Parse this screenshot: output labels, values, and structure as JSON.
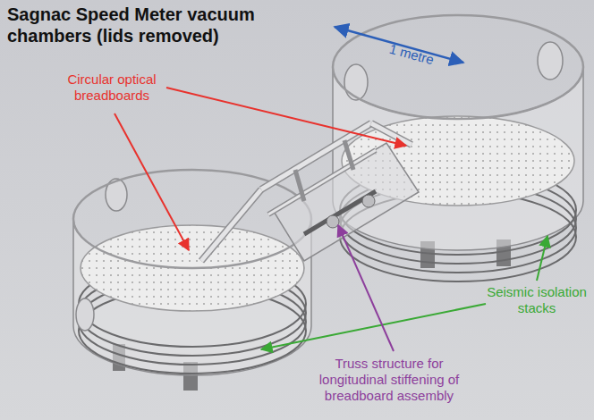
{
  "diagram": {
    "title": "Sagnac Speed Meter vacuum chambers (lids removed)",
    "labels": [
      "1 metre",
      "Circular optical breadboards",
      "Seismic isolation stacks",
      "Truss structure for longitudinal stiffening of breadboard assembly"
    ]
  }
}
